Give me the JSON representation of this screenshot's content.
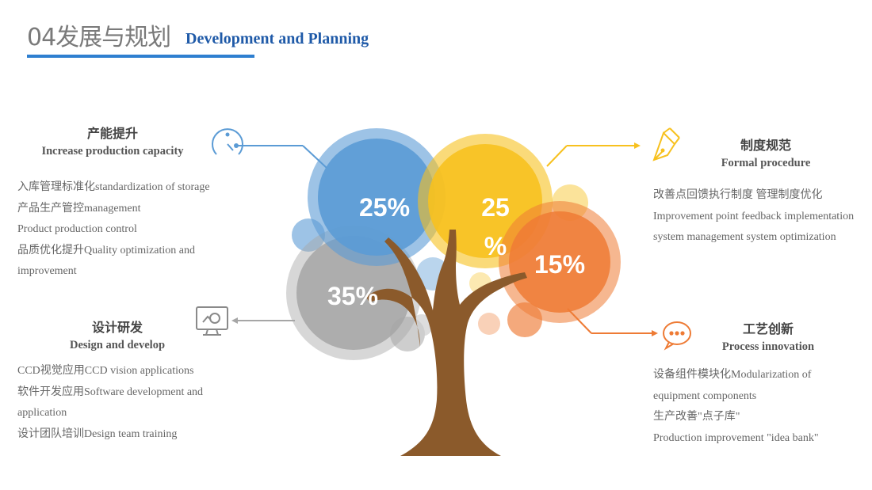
{
  "header": {
    "title_cn": "04发展与规划",
    "title_en": "Development and Planning"
  },
  "percentages": {
    "blue": "25%",
    "yellow_top": "25",
    "yellow_bottom": "%",
    "orange": "15%",
    "gray": "35%"
  },
  "sections": {
    "capacity": {
      "title_cn": "产能提升",
      "title_en": "Increase production capacity",
      "items": [
        "入库管理标准化standardization of storage",
        "产品生产管控management",
        "Product production control",
        "品质优化提升Quality optimization and",
        "improvement"
      ]
    },
    "design": {
      "title_cn": "设计研发",
      "title_en": "Design and develop",
      "items": [
        "CCD视觉应用CCD vision applications",
        "软件开发应用Software development and",
        "application",
        "设计团队培训Design team training"
      ]
    },
    "procedure": {
      "title_cn": "制度规范",
      "title_en": "Formal procedure",
      "items": [
        "改善点回馈执行制度  管理制度优化",
        "Improvement point feedback implementation",
        "system management system optimization"
      ]
    },
    "innovation": {
      "title_cn": "工艺创新",
      "title_en": "Process innovation",
      "items": [
        "设备组件模块化Modularization of",
        "equipment components",
        "生产改善\"点子库\"",
        "Production improvement \"idea bank\""
      ]
    }
  },
  "colors": {
    "blue": "#5b9bd5",
    "yellow": "#f7c11f",
    "orange": "#ee7b35",
    "gray": "#a6a6a6",
    "trunk": "#8b5a2b",
    "title_blue": "#1f5aa8"
  }
}
